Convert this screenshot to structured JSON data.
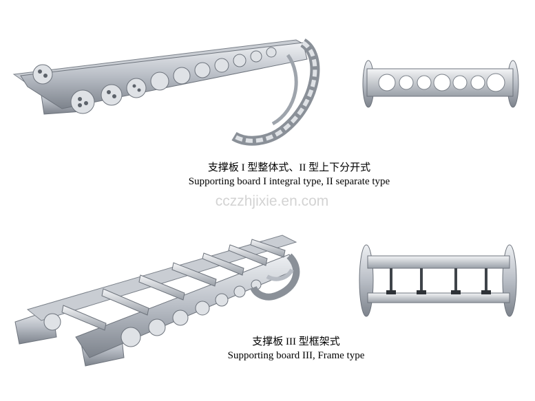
{
  "captions": {
    "type1_cn": "支撑板 I 型整体式、II 型上下分开式",
    "type1_en": "Supporting board I integral type, II separate type",
    "type3_cn": "支撑板 III 型框架式",
    "type3_en": "Supporting board III, Frame type"
  },
  "watermark": "cczzhjixie.en.com",
  "colors": {
    "steel": "#b7bcc4",
    "steel_dark": "#6d737c",
    "steel_light": "#e3e6ea"
  }
}
